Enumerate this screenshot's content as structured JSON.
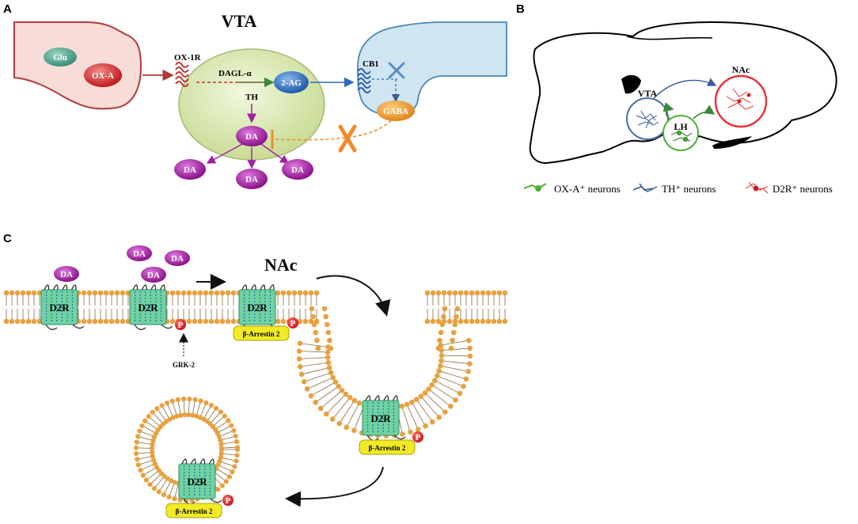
{
  "panels": {
    "A": {
      "letter": "A",
      "title": "VTA",
      "glu": "Glu",
      "oxa": "OX-A",
      "ox1r": "OX-1R",
      "dagl": "DAGL-α",
      "two_ag": "2-AG",
      "cb1": "CB1",
      "gaba": "GABA",
      "th": "TH",
      "da": "DA"
    },
    "B": {
      "letter": "B",
      "vta": "VTA",
      "lh": "LH",
      "nac": "NAc",
      "legend": {
        "oxa_neurons": "OX-A⁺ neurons",
        "th_neurons": "TH⁺ neurons",
        "d2r_neurons": "D2R⁺ neurons"
      }
    },
    "C": {
      "letter": "C",
      "title": "NAc",
      "d2r": "D2R",
      "da": "DA",
      "p": "P",
      "arrestin": "β-Arrestin 2",
      "grk": "GRK-2"
    }
  },
  "colors": {
    "neuron_a_fill": "#f7dcd7",
    "neuron_a_stroke": "#b23a3a",
    "vta_cell_fill": "#d8e8b4",
    "gaba_neuron_fill": "#cfe6f2",
    "da_purple": "#a020a0",
    "receptor_green": "#6fd3a0",
    "arrestin_yellow": "#f2ea24",
    "phospho_red": "#e8262a",
    "lipid_orange": "#e8a040",
    "nac_red": "#e83030",
    "vta_blue": "#4a6ea8",
    "lh_green": "#4caf3a"
  }
}
